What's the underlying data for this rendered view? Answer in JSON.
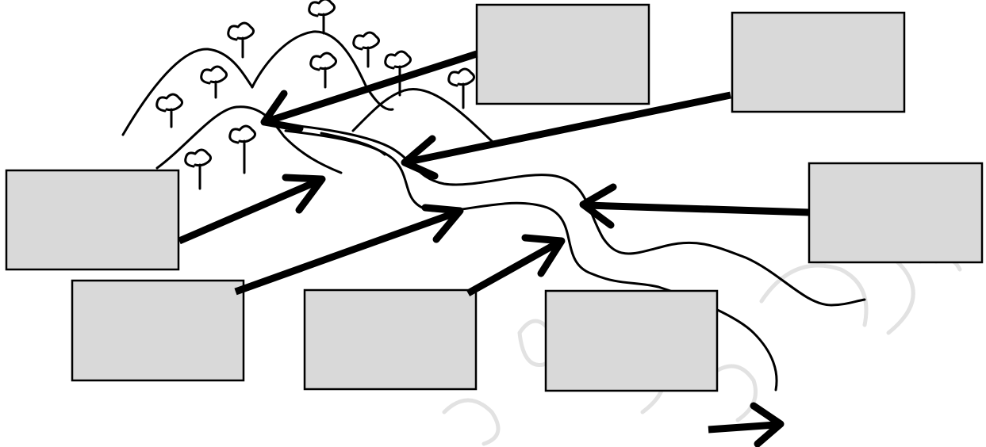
{
  "diagram": {
    "boxes": [
      {
        "id": "box-top-center",
        "text": ""
      },
      {
        "id": "box-top-right",
        "text": ""
      },
      {
        "id": "box-left",
        "text": ""
      },
      {
        "id": "box-mid-right",
        "text": ""
      },
      {
        "id": "box-bottom-left",
        "text": ""
      },
      {
        "id": "box-bottom-center",
        "text": ""
      },
      {
        "id": "box-bottom-right",
        "text": ""
      }
    ],
    "colors": {
      "box_fill": "#d9d9d9",
      "ink": "#000000",
      "watermark": "#e2e2e2"
    },
    "icons": [
      "mountain-sketch",
      "tree-icon",
      "river-sketch",
      "arrow-icon"
    ]
  }
}
